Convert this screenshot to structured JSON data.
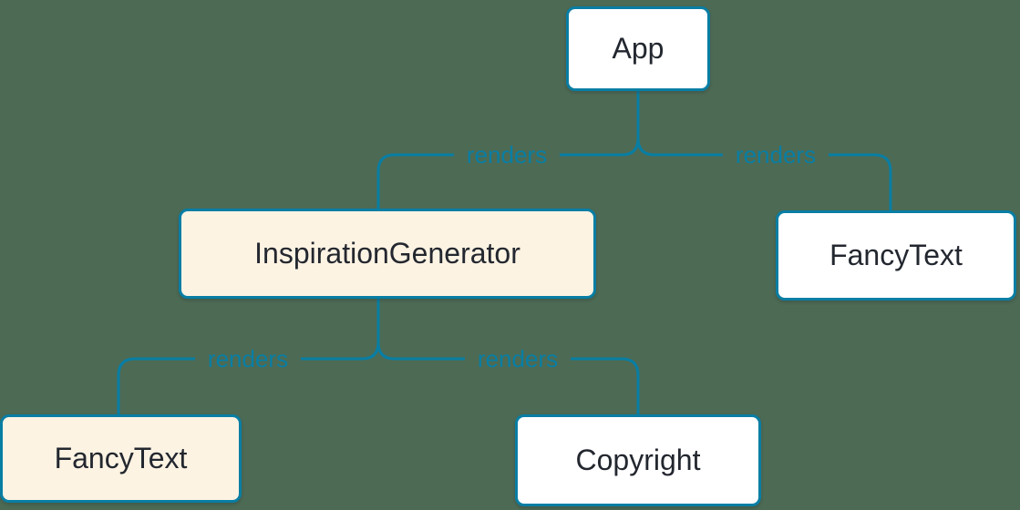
{
  "colors": {
    "background": "#4d6a54",
    "accent": "#087ea4",
    "node-text": "#23272f",
    "node-fill": "#ffffff",
    "highlight-fill": "#fdf3e3"
  },
  "nodes": {
    "app": {
      "label": "App",
      "highlighted": false
    },
    "inspiration_generator": {
      "label": "InspirationGenerator",
      "highlighted": true
    },
    "fancy_text_top": {
      "label": "FancyText",
      "highlighted": false
    },
    "fancy_text_bottom": {
      "label": "FancyText",
      "highlighted": true
    },
    "copyright": {
      "label": "Copyright",
      "highlighted": false
    }
  },
  "edges": {
    "app_to_inspiration_generator": {
      "label": "renders"
    },
    "app_to_fancy_text": {
      "label": "renders"
    },
    "inspiration_generator_to_fancy_text": {
      "label": "renders"
    },
    "inspiration_generator_to_copyright": {
      "label": "renders"
    }
  }
}
